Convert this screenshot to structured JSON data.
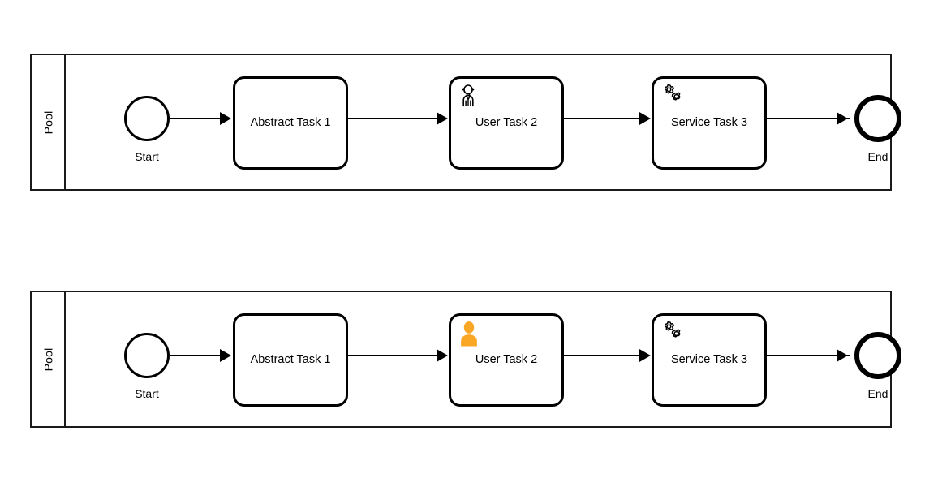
{
  "diagram": {
    "type": "bpmn-process-diagram",
    "notation": "BPMN 2.0",
    "background_color": "#ffffff",
    "stroke_color": "#000000",
    "accent_color": "#faa726"
  },
  "pools": [
    {
      "id": "pool-top",
      "band_label": "Pool",
      "elements": {
        "start_event": {
          "label": "Start",
          "icon": "start-event-circle"
        },
        "tasks": [
          {
            "label": "Abstract Task 1",
            "task_type": "abstract",
            "icon": "none"
          },
          {
            "label": "User Task 2",
            "task_type": "user",
            "icon": "user-outline-icon",
            "icon_style": "outline",
            "icon_color": "#000000"
          },
          {
            "label": "Service Task 3",
            "task_type": "service",
            "icon": "gears-outline-icon",
            "icon_style": "outline",
            "icon_color": "#000000"
          }
        ],
        "end_event": {
          "label": "End",
          "icon": "end-event-circle"
        }
      },
      "sequence_flows": [
        {
          "from": "Start",
          "to": "Abstract Task 1"
        },
        {
          "from": "Abstract Task 1",
          "to": "User Task 2"
        },
        {
          "from": "User Task 2",
          "to": "Service Task 3"
        },
        {
          "from": "Service Task 3",
          "to": "End"
        }
      ]
    },
    {
      "id": "pool-bottom",
      "band_label": "Pool",
      "elements": {
        "start_event": {
          "label": "Start",
          "icon": "start-event-circle"
        },
        "tasks": [
          {
            "label": "Abstract Task 1",
            "task_type": "abstract",
            "icon": "none"
          },
          {
            "label": "User Task 2",
            "task_type": "user",
            "icon": "user-filled-icon",
            "icon_style": "filled",
            "icon_color": "#faa726"
          },
          {
            "label": "Service Task 3",
            "task_type": "service",
            "icon": "gears-outline-icon",
            "icon_style": "outline",
            "icon_color": "#000000"
          }
        ],
        "end_event": {
          "label": "End",
          "icon": "end-event-circle"
        }
      },
      "sequence_flows": [
        {
          "from": "Start",
          "to": "Abstract Task 1"
        },
        {
          "from": "Abstract Task 1",
          "to": "User Task 2"
        },
        {
          "from": "User Task 2",
          "to": "Service Task 3"
        },
        {
          "from": "Service Task 3",
          "to": "End"
        }
      ]
    }
  ]
}
